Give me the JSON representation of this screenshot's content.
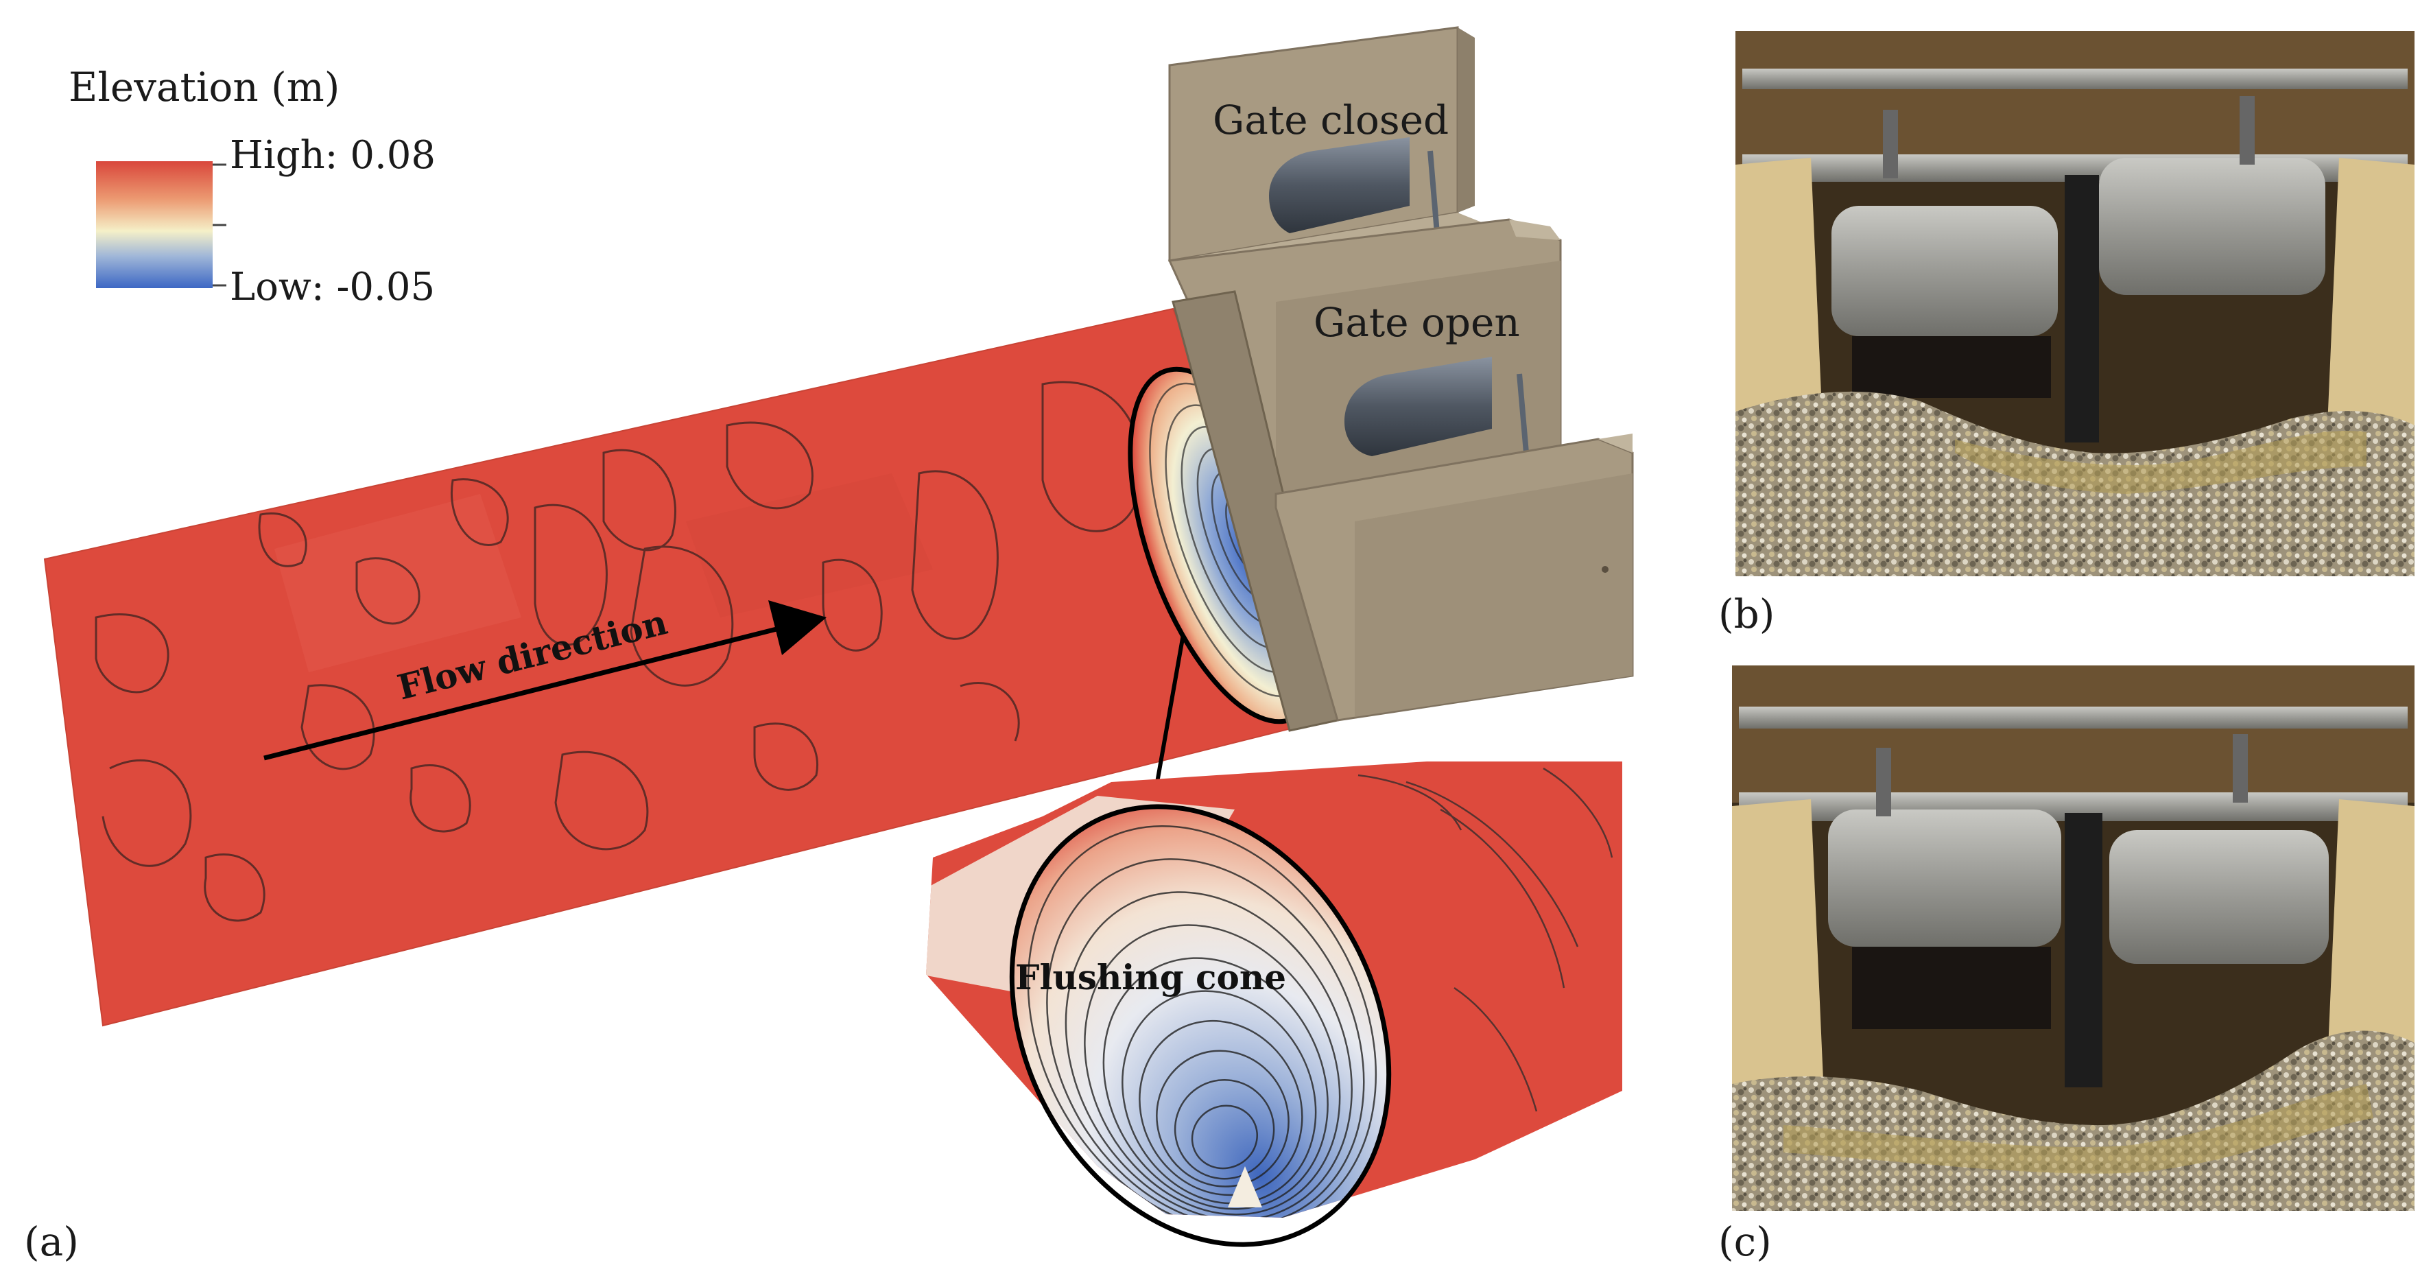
{
  "legend": {
    "title": "Elevation (m)",
    "high_label": "High: 0.08",
    "low_label": "Low: -0.05",
    "colors": [
      "#d9473b",
      "#ec9a72",
      "#f5f0c8",
      "#9fb6d8",
      "#3c67c4"
    ]
  },
  "annotations": {
    "flow_direction": "Flow direction",
    "gate_closed": "Gate closed",
    "gate_open": "Gate open",
    "flushing_cone": "Flushing cone"
  },
  "panels": {
    "a": "(a)",
    "b": "(b)",
    "c": "(c)"
  },
  "colors": {
    "bed": "#dd4a3d",
    "structure": "#a89a82",
    "structure_dark": "#7f725f",
    "cylinder": "#5b6470",
    "frame_wood": "#d9c38f",
    "gravel": "#a89f88"
  }
}
